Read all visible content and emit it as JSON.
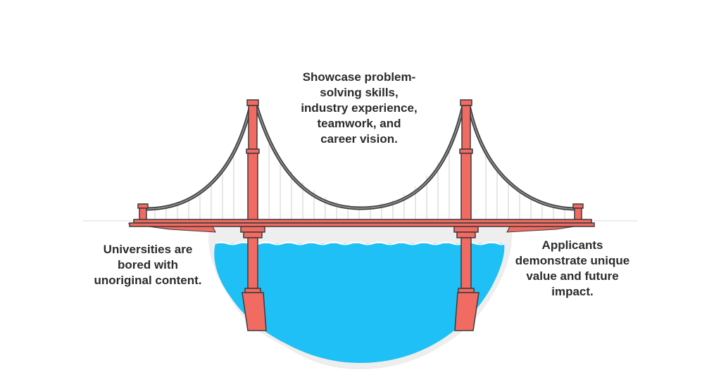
{
  "captions": {
    "top": "Showcase problem-\nsolving skills,\nindustry experience,\nteamwork, and\ncareer vision.",
    "left": "Universities are\nbored with\nunoriginal content.",
    "right": "Applicants\ndemonstrate unique\nvalue and future\nimpact."
  },
  "colors": {
    "tower": "#f26b63",
    "tower_outline": "#3b3b3b",
    "cable": "#555555",
    "water": "#1ec0f5",
    "ground": "#f2f2f2",
    "text": "#2b2b2b"
  }
}
